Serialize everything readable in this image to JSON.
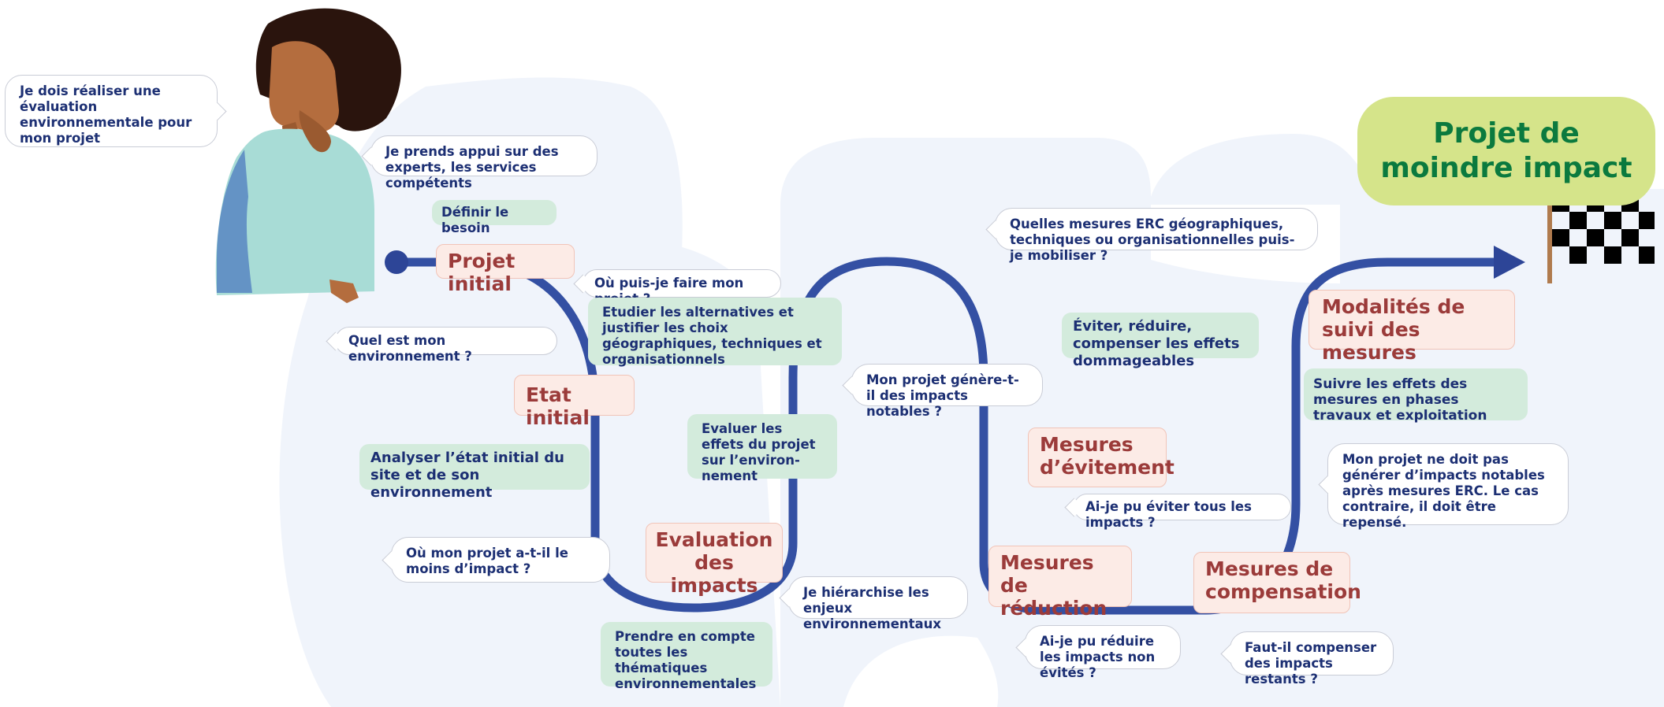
{
  "goal": "Projet de moindre impact",
  "colors": {
    "path": "#3450a3",
    "step_bg": "#fcebe6",
    "step_text": "#9b3b3a",
    "action_bg": "#d3ebdc",
    "question_text": "#1c2f73",
    "goal_bg": "#d5e48a",
    "goal_text": "#0b7a3e"
  },
  "steps": {
    "projet_initial": "Projet initial",
    "etat_initial": "Etat initial",
    "evaluation": "Evaluation des impacts",
    "evitement": "Mesures d’évitement",
    "reduction": "Mesures de réduction",
    "compensation": "Mesures de compensation",
    "suivi": "Modalités de suivi des mesures"
  },
  "actions": {
    "definir": "Définir le besoin",
    "etudier": "Etudier les alternatives et justifier les choix géographiques, techniques et organisationnels",
    "analyser": "Analyser l’état initial du site et de son environnement",
    "evaluer": "Evaluer les effets du projet sur l’environ-nement",
    "prendre": "Prendre en compte toutes les thématiques environnementales",
    "eviter": "Éviter, réduire, compenser les effets dommageables",
    "suivre": "Suivre les effets des mesures en phases travaux et exploitation"
  },
  "questions": {
    "q_evaluation": "Je dois réaliser une évaluation environnementale pour mon projet",
    "q_experts": "Je prends appui sur des experts, les services compétents",
    "q_ou": "Où puis-je faire mon projet ?",
    "q_env": "Quel est mon environnement ?",
    "q_moins": "Où mon projet a-t-il le moins d’impact ?",
    "q_genere": "Mon projet génère-t-il des impacts notables ?",
    "q_hierarchise": "Je hiérarchise les enjeux environnementaux",
    "q_mesures": "Quelles mesures ERC géographiques, techniques ou organisationnelles puis-je mobiliser ?",
    "q_eviter": "Ai-je pu éviter tous les impacts ?",
    "q_reduire": "Ai-je pu réduire les impacts non évités ?",
    "q_compenser": "Faut-il compenser des impacts restants ?",
    "q_repense": "Mon projet ne doit pas générer d’impacts notables après mesures ERC. Le cas contraire, il doit être repensé."
  }
}
